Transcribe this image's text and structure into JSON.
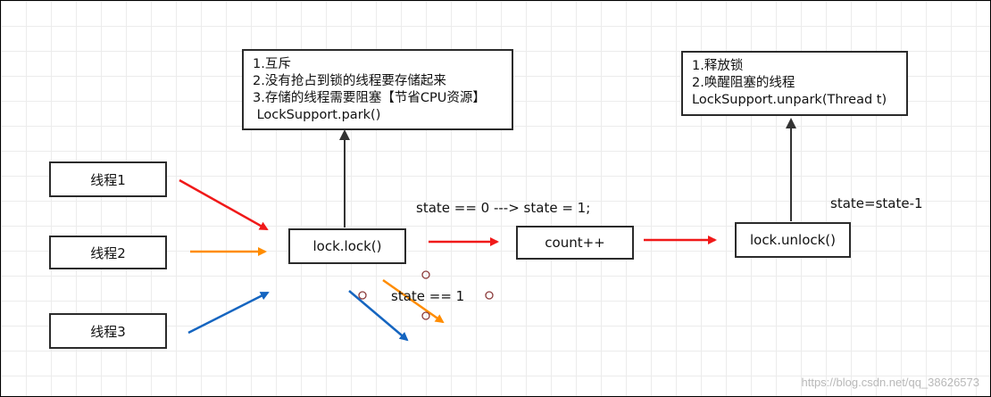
{
  "threads": {
    "t1": "线程1",
    "t2": "线程2",
    "t3": "线程3"
  },
  "boxes": {
    "lock": "lock.lock()",
    "count": "count++",
    "unlock": "lock.unlock()"
  },
  "note_left": {
    "line1": "1.互斥",
    "line2": "2.没有抢占到锁的线程要存储起来",
    "line3": "3.存储的线程需要阻塞【节省CPU资源】",
    "line4": " LockSupport.park()"
  },
  "note_right": {
    "line1": "1.释放锁",
    "line2": "2.唤醒阻塞的线程",
    "line3": "LockSupport.unpark(Thread t)"
  },
  "labels": {
    "state_transition": "state == 0 ---> state = 1;",
    "state_equals_1": "state == 1",
    "state_decrement": "state=state-1"
  },
  "watermark": "https://blog.csdn.net/qq_38626573",
  "colors": {
    "red": "#f01919",
    "orange": "#ff8c00",
    "blue": "#1565c0",
    "dark": "#333333",
    "marker": "#8b3a3a"
  }
}
